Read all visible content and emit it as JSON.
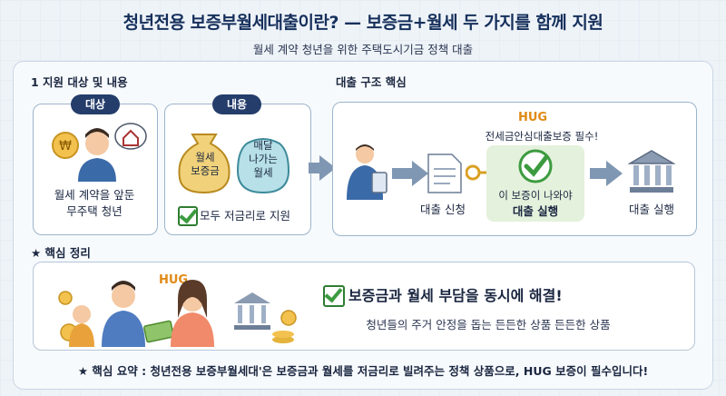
{
  "title": "청년전용 보증부월세대출이란? — 보증금+월세 두 가지를 함께 지원",
  "subtitle": "월세 계약 청년을 위한 주택도시기금 정책 대출",
  "section1": {
    "heading": "1  지원 대상 및 내용",
    "target_pill": "대상",
    "target_text_1": "월세 계약을 앞둔",
    "target_text_2": "무주택 청년",
    "content_pill": "내용",
    "bag1_line1": "월세",
    "bag1_line2": "보증금",
    "bag2_line1": "매달",
    "bag2_line2": "나가는",
    "bag2_line3": "월세",
    "content_note": "모두 저금리로 지원",
    "coin_symbol": "₩"
  },
  "section2": {
    "heading": "대출 구조 핵심",
    "hug_logo": "HUG",
    "hug_note": "전세금안심대출보증 필수!",
    "step1": "대출 신청",
    "step2_line1": "이 보증이 나와야",
    "step2_line2": "대출 실행",
    "step3": "대출 실행"
  },
  "section3": {
    "heading": "★ 핵심 정리",
    "hug_logo": "HUG",
    "main": "보증금과 월세 부담을 동시에 해결!",
    "sub": "청년들의 주거 안정을 돕는 든든한 상품 든든한 상품"
  },
  "summary": "★ 핵심 요약 : 청년전용 보증부월세대'은 보증금과 월세를 저금리로 빌려주는 정책 상품으로, HUG 보증이 필수입니다!",
  "colors": {
    "navy": "#243d6b",
    "hug_orange": "#e08a14",
    "check_green": "#3c9b3f",
    "arrow_gray": "#7f97b3"
  }
}
